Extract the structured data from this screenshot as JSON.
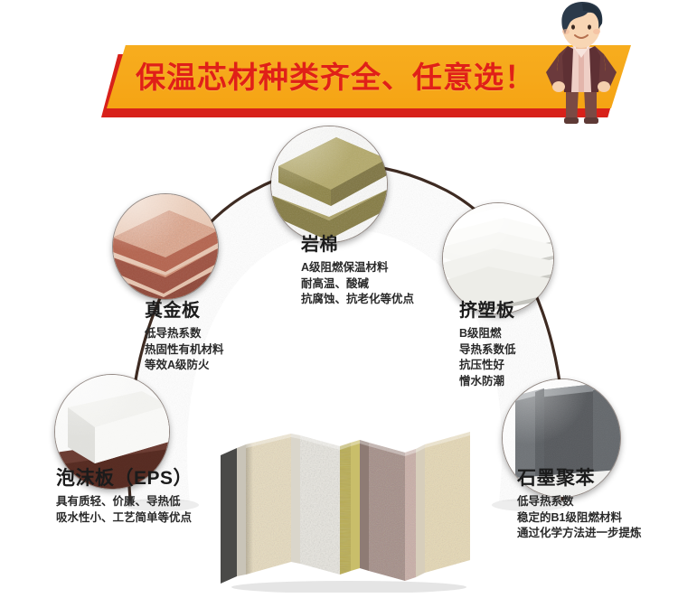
{
  "banner": {
    "headline": "保温芯材种类齐全、任意选！",
    "bg_color": "#F6A81A",
    "text_color": "#E02018",
    "shadow_color": "#D8211A"
  },
  "mascot": {
    "name": "cartoon-businessman",
    "hair_color": "#2B3A4A",
    "jacket_color": "#6B3A3C",
    "shirt_color": "#EFCFC6",
    "pants_color": "#7A4A44",
    "skin_color": "#F5CFAE"
  },
  "arch": {
    "band_color": "#F2E5D3",
    "outline_color": "#3E2B22"
  },
  "materials": [
    {
      "id": "zhenjin",
      "title": "真金板",
      "features": [
        "低导热系数",
        "热固性有机材料",
        "等效A级防火"
      ],
      "swatch": "#B8705C",
      "image_name": "zhenjin-board-photo"
    },
    {
      "id": "yanmian",
      "title": "岩棉",
      "features": [
        "A级阻燃保温材料",
        "耐高温、酸碱",
        "抗腐蚀、抗老化等优点"
      ],
      "swatch": "#9E9356",
      "image_name": "rock-wool-photo"
    },
    {
      "id": "jisu",
      "title": "挤塑板",
      "features": [
        "B级阻燃",
        "导热系数低",
        "抗压性好",
        "憎水防潮"
      ],
      "swatch": "#F2F2F0",
      "image_name": "xps-board-photo"
    },
    {
      "id": "eps",
      "title": "泡沫板（EPS）",
      "features": [
        "具有质轻、价廉、导热低",
        "吸水性小、工艺简单等优点"
      ],
      "swatch": "#EFEFEC",
      "image_name": "eps-foam-board-photo"
    },
    {
      "id": "shimo",
      "title": "石墨聚苯",
      "features": [
        "低导热系数",
        "稳定的B1级阻燃材料",
        "通过化学方法进一步提炼"
      ],
      "swatch": "#6F7276",
      "image_name": "graphite-polystyrene-photo"
    }
  ],
  "center_panels": {
    "image_name": "insulation-decorative-panel-stack",
    "face_colors": [
      "#E8DCBE",
      "#E6E3DC",
      "#B9AC52",
      "#A38C85",
      "#E7D9B4"
    ]
  }
}
